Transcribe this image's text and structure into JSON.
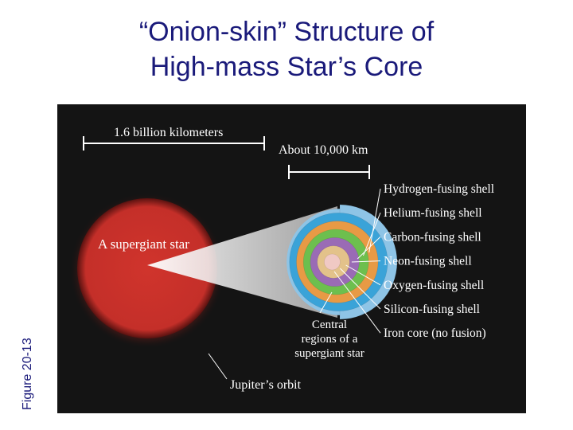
{
  "slide": {
    "title_line1": "“Onion-skin” Structure of",
    "title_line2": "High-mass Star’s Core",
    "side_caption": "Figure 20-13"
  },
  "figure": {
    "background_color": "#141414",
    "star_color": "#c8302b",
    "scale_star": "1.6 billion kilometers",
    "scale_core": "About 10,000 km",
    "star_label": "A supergiant star",
    "jupiter_label": "Jupiter’s orbit",
    "central_label_lines": [
      "Central",
      "regions of a",
      "supergiant star"
    ],
    "shells": [
      {
        "label": "Hydrogen-fusing shell",
        "color": "#8ec4e6"
      },
      {
        "label": "Helium-fusing shell",
        "color": "#3aa3d8"
      },
      {
        "label": "Carbon-fusing shell",
        "color": "#e89a45"
      },
      {
        "label": "Neon-fusing shell",
        "color": "#6dbf4e"
      },
      {
        "label": "Oxygen-fusing shell",
        "color": "#9a6bb5"
      },
      {
        "label": "Silicon-fusing shell",
        "color": "#e3c28a"
      },
      {
        "label": "Iron core (no fusion)",
        "color": "#f0c9c4"
      }
    ]
  }
}
